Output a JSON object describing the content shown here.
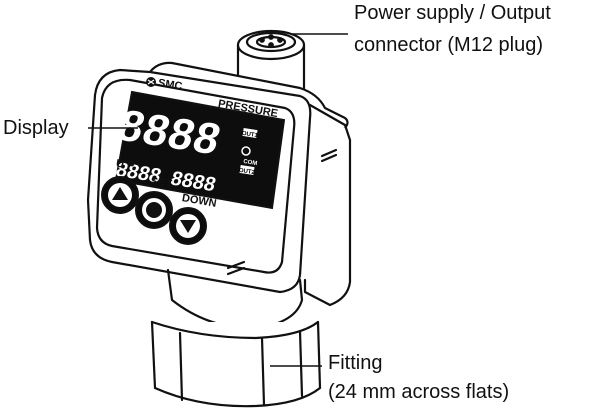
{
  "callouts": {
    "connector_line1": "Power supply / Output",
    "connector_line2": "connector (M12 plug)",
    "display": "Display",
    "fitting_line1": "Fitting",
    "fitting_line2": "(24 mm across flats)"
  },
  "device": {
    "brand": "SMC",
    "mode_label": "PRESSURE",
    "main_digits": "8888",
    "sub_digits_left": "8888",
    "sub_digits_right": "8888",
    "out1_tag": "OUT1",
    "out2_tag": "OUT2",
    "com_tag": "COM",
    "button_up_label": "U P",
    "button_set_label": "SET",
    "button_down_label": "DOWN"
  },
  "colors": {
    "line": "#111111",
    "body_fill": "#ffffff",
    "screen_fill": "#0d0d0d",
    "segment": "#ffffff"
  }
}
